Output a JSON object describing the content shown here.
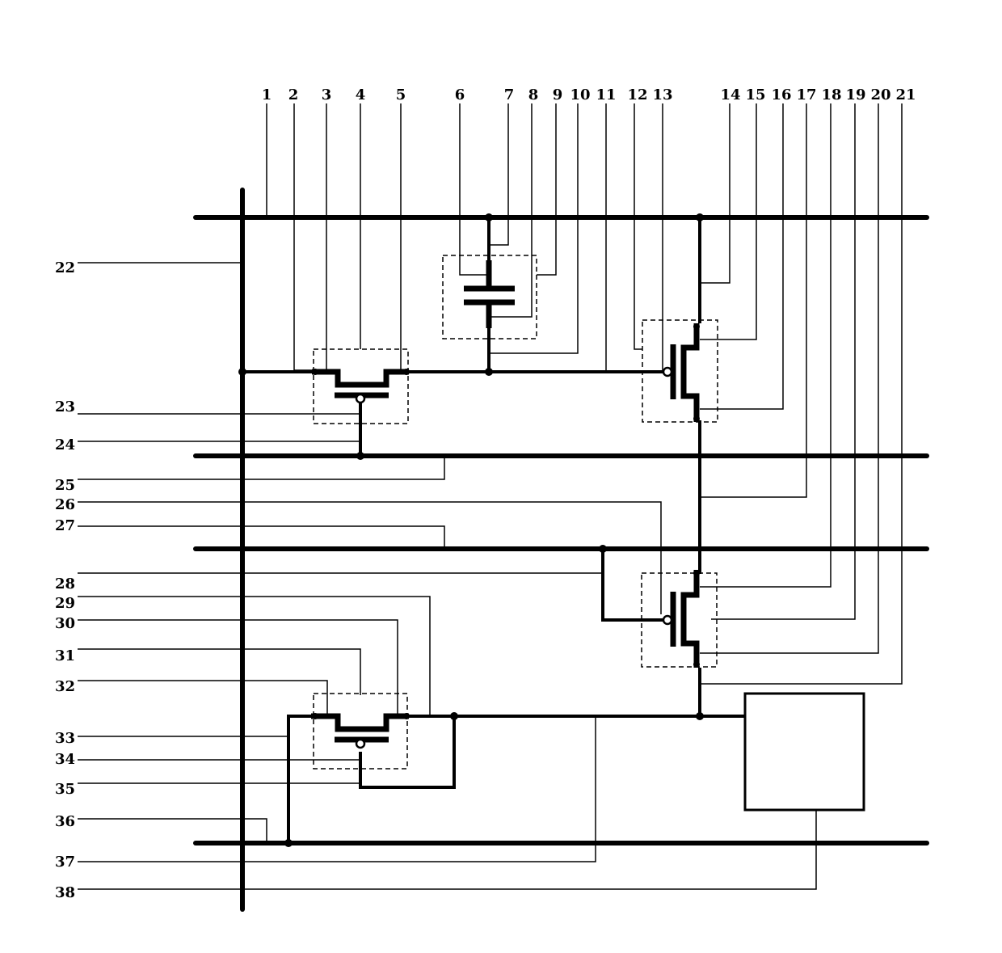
{
  "labels": {
    "top": [
      "1",
      "2",
      "3",
      "4",
      "5",
      "6",
      "7",
      "8",
      "9",
      "10",
      "11",
      "12",
      "13",
      "14",
      "15",
      "16",
      "17",
      "18",
      "19",
      "20",
      "21"
    ],
    "left": [
      "22",
      "23",
      "24",
      "25",
      "26",
      "27",
      "28",
      "29",
      "30",
      "31",
      "32",
      "33",
      "34",
      "35",
      "36",
      "37",
      "38"
    ]
  }
}
